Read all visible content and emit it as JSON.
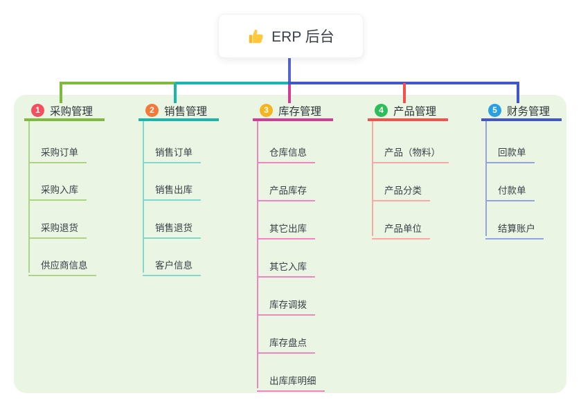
{
  "root": {
    "title": "ERP 后台",
    "icon": "thumbs-up-icon"
  },
  "colors": {
    "page_bg": "#FFFFFF",
    "panel_bg": "#EAF6E3",
    "stem": "#5766CE",
    "root_text": "#39404A",
    "thumb_yellow": "#FFC83D"
  },
  "branches": [
    {
      "num": "1",
      "label": "采购管理",
      "color": "#7DBA3D",
      "light": "#ABD381",
      "badge": "#F44F60",
      "children": [
        "采购订单",
        "采购入库",
        "采购退货",
        "供应商信息"
      ]
    },
    {
      "num": "2",
      "label": "销售管理",
      "color": "#17B7AE",
      "light": "#82D7CE",
      "badge": "#F3793B",
      "children": [
        "销售订单",
        "销售出库",
        "销售退货",
        "客户信息"
      ]
    },
    {
      "num": "3",
      "label": "库存管理",
      "color": "#D23C97",
      "light": "#EF84C1",
      "badge": "#F6B51E",
      "children": [
        "仓库信息",
        "产品库存",
        "其它出库",
        "其它入库",
        "库存调拨",
        "库存盘点",
        "出库库明细"
      ]
    },
    {
      "num": "4",
      "label": "产品管理",
      "color": "#F4514D",
      "light": "#F9A9A3",
      "badge": "#2DBD5A",
      "children": [
        "产品（物料）",
        "产品分类",
        "产品单位"
      ]
    },
    {
      "num": "5",
      "label": "财务管理",
      "color": "#4156C9",
      "light": "#93A4DC",
      "badge": "#2AA0E4",
      "children": [
        "回款单",
        "付款单",
        "结算账户"
      ]
    }
  ]
}
